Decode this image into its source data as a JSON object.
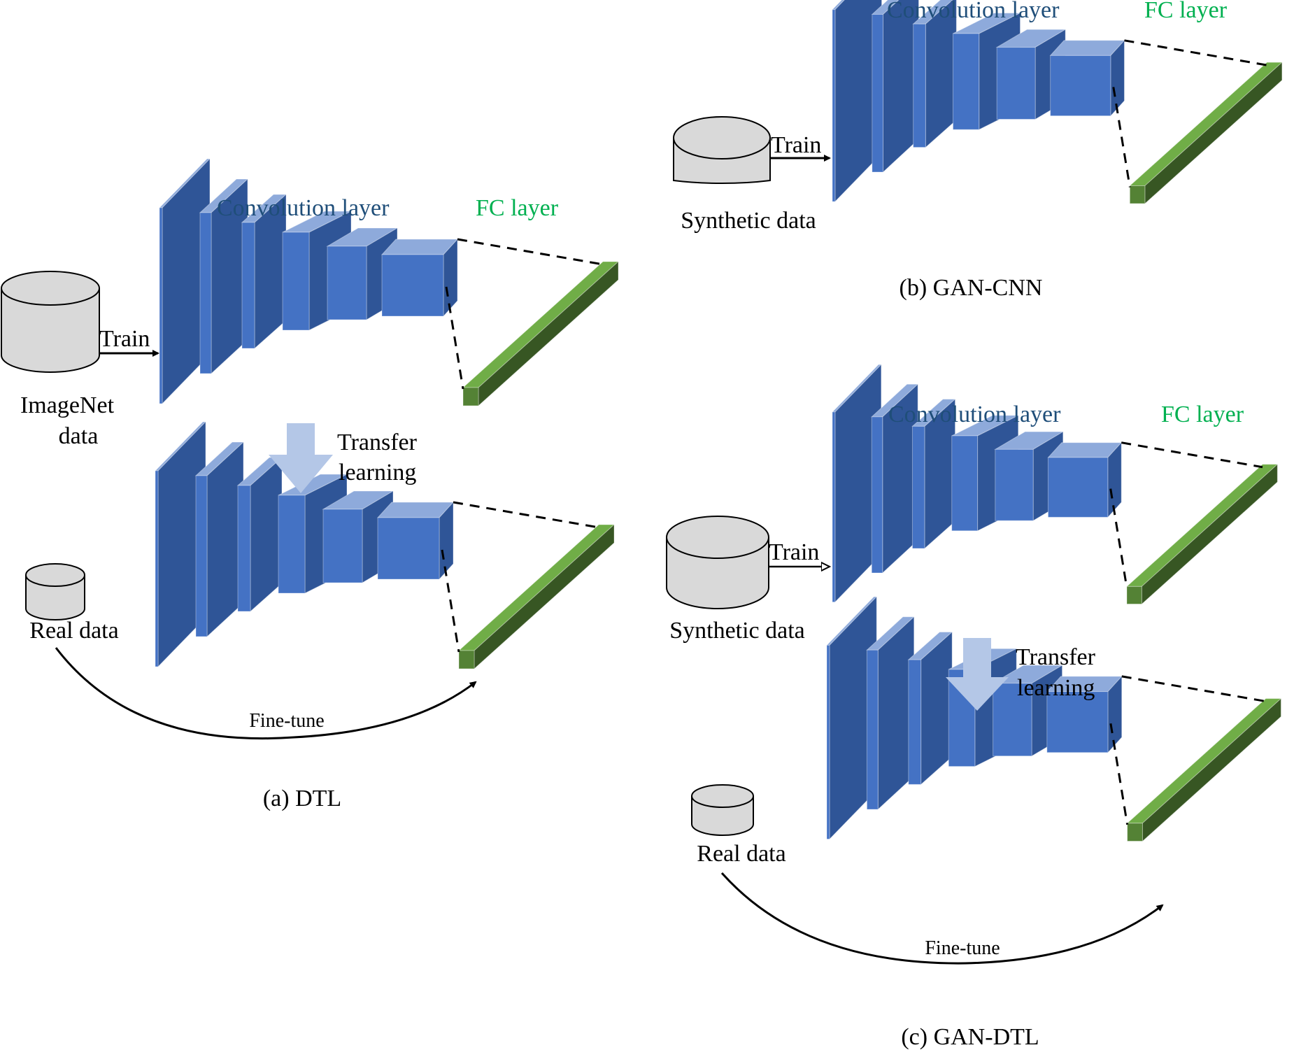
{
  "colors": {
    "conv_front": "#4472c4",
    "conv_side": "#2f5597",
    "conv_top": "#8eaadb",
    "conv_text": "#1f4e79",
    "fc_front": "#548235",
    "fc_side": "#375623",
    "fc_top": "#70ad47",
    "fc_text": "#00b050",
    "cylinder_fill": "#d9d9d9",
    "transfer_arrow": "#b4c7e7"
  },
  "panels": {
    "a": {
      "caption": "(a) DTL",
      "conv_label": "Convolution layer",
      "fc_label": "FC layer",
      "dataset_label_line1": "ImageNet",
      "dataset_label_line2": "data",
      "train_label": "Train",
      "transfer_line1": "Transfer",
      "transfer_line2": "learning",
      "real_data_label": "Real data",
      "finetune_label": "Fine-tune"
    },
    "b": {
      "caption": "(b) GAN-CNN",
      "conv_label": "Convolution layer",
      "fc_label": "FC layer",
      "dataset_label": "Synthetic data",
      "train_label": "Train"
    },
    "c": {
      "caption": "(c) GAN-DTL",
      "conv_label": "Convolution layer",
      "fc_label": "FC layer",
      "dataset_label": "Synthetic data",
      "train_label": "Train",
      "transfer_line1": "Transfer",
      "transfer_line2": "learning",
      "real_data_label": "Real data",
      "finetune_label": "Fine-tune"
    }
  }
}
